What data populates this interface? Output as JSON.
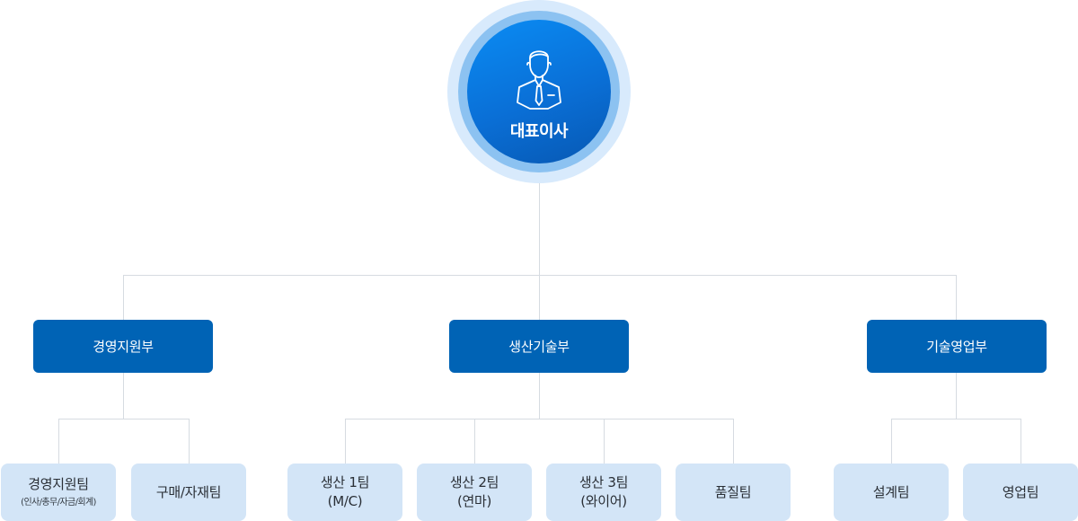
{
  "ceo": {
    "label": "대표이사",
    "icon": "businessman-icon"
  },
  "departments": [
    {
      "label": "경영지원부"
    },
    {
      "label": "생산기술부"
    },
    {
      "label": "기술영업부"
    }
  ],
  "teams": [
    {
      "label": "경영지원팀",
      "sub": "(인사/총무/자금/회계)"
    },
    {
      "label": "구매/자재팀"
    },
    {
      "label": "생산 1팀",
      "sub": "(M/C)"
    },
    {
      "label": "생산 2팀",
      "sub": "(연마)"
    },
    {
      "label": "생산 3팀",
      "sub": "(와이어)"
    },
    {
      "label": "품질팀"
    },
    {
      "label": "설계팀"
    },
    {
      "label": "영업팀"
    }
  ],
  "colors": {
    "department": "#0063b5",
    "team": "#d3e5f7",
    "connector": "#d6dbe1",
    "ceo_gradient_start": "#0a8cf4",
    "ceo_gradient_end": "#0758b3"
  }
}
